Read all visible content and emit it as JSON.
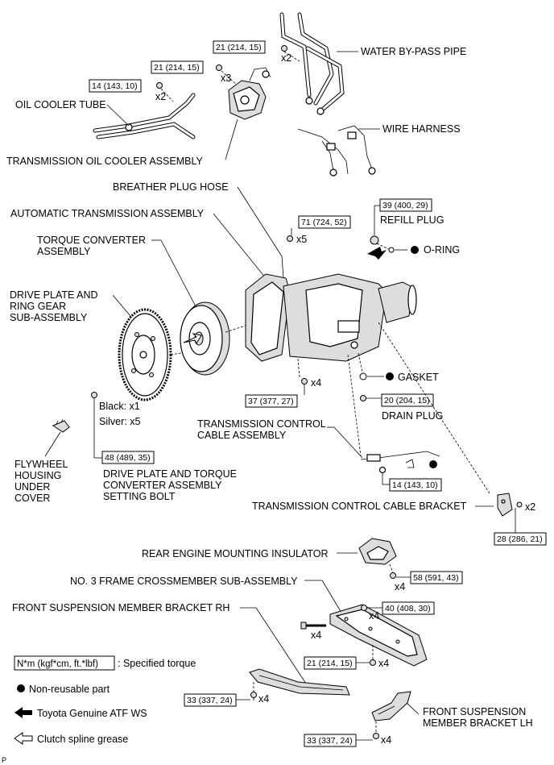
{
  "labels": {
    "water_bypass_pipe": "WATER BY-PASS PIPE",
    "oil_cooler_tube": "OIL COOLER TUBE",
    "wire_harness": "WIRE HARNESS",
    "transmission_oil_cooler_assembly": "TRANSMISSION OIL COOLER ASSEMBLY",
    "breather_plug_hose": "BREATHER PLUG HOSE",
    "automatic_transmission_assembly": "AUTOMATIC TRANSMISSION ASSEMBLY",
    "refill_plug": "REFILL PLUG",
    "torque_converter_1": "TORQUE CONVERTER",
    "torque_converter_2": "ASSEMBLY",
    "o_ring": "O-RING",
    "drive_plate_1": "DRIVE PLATE AND",
    "drive_plate_2": "RING GEAR",
    "drive_plate_3": "SUB-ASSEMBLY",
    "gasket": "GASKET",
    "black": "Black: x1",
    "silver": "Silver: x5",
    "drain_plug": "DRAIN PLUG",
    "tcca_1": "TRANSMISSION CONTROL",
    "tcca_2": "CABLE ASSEMBLY",
    "fhuc_1": "FLYWHEEL",
    "fhuc_2": "HOUSING",
    "fhuc_3": "UNDER",
    "fhuc_4": "COVER",
    "setting_bolt_1": "DRIVE PLATE AND TORQUE",
    "setting_bolt_2": "CONVERTER ASSEMBLY",
    "setting_bolt_3": "SETTING BOLT",
    "tccb": "TRANSMISSION CONTROL CABLE BRACKET",
    "rear_engine_mounting_insulator": "REAR ENGINE MOUNTING INSULATOR",
    "no3_frame_crossmember": "NO. 3 FRAME CROSSMEMBER SUB-ASSEMBLY",
    "fsmb_rh": "FRONT SUSPENSION MEMBER BRACKET RH",
    "fsmb_lh_1": "FRONT SUSPENSION",
    "fsmb_lh_2": "MEMBER BRACKET LH",
    "corner": "P"
  },
  "torques": {
    "t1": "21 (214, 15)",
    "t2": "21 (214, 15)",
    "t3": "14 (143, 10)",
    "t4": "39 (400, 29)",
    "t5": "71 (724, 52)",
    "t6": "37 (377, 27)",
    "t7": "20 (204, 15)",
    "t8": "48 (489, 35)",
    "t9": "14 (143, 10)",
    "t10": "28 (286, 21)",
    "t11": "58 (591, 43)",
    "t12": "40 (408, 30)",
    "t13": "21 (214, 15)",
    "t14": "33 (337, 24)",
    "t15": "33 (337, 24)"
  },
  "qty": {
    "q1": "x2",
    "q2": "x3",
    "q3": "x2",
    "q4": "x5",
    "q5": "x4",
    "q6": "x2",
    "q7": "x4",
    "q8": "x4",
    "q9": "x4",
    "q10": "x4",
    "q11": "x4",
    "q12": "x4"
  },
  "legend": {
    "torque_box": "N*m (kgf*cm, ft.*lbf)",
    "torque_desc": ": Specified torque",
    "non_reusable": "Non-reusable part",
    "atf": "Toyota Genuine ATF WS",
    "grease": "Clutch spline grease"
  }
}
